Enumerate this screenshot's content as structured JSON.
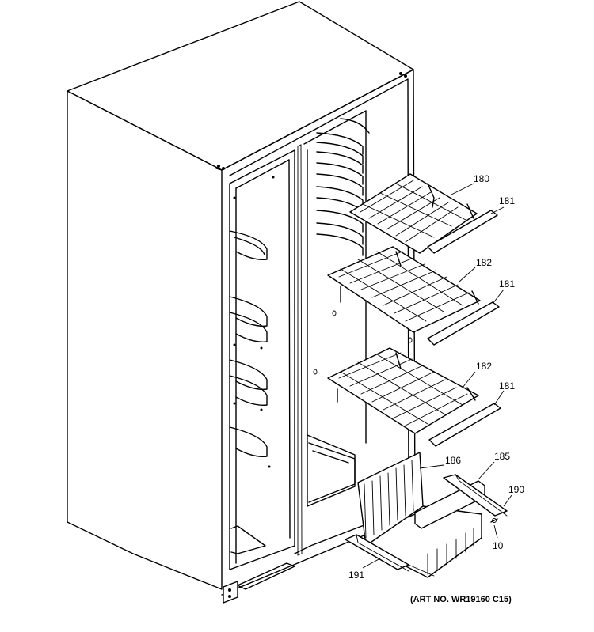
{
  "callouts": [
    {
      "id": "p180",
      "label": "180"
    },
    {
      "id": "p181a",
      "label": "181"
    },
    {
      "id": "p182a",
      "label": "182"
    },
    {
      "id": "p181b",
      "label": "181"
    },
    {
      "id": "p182b",
      "label": "182"
    },
    {
      "id": "p181c",
      "label": "181"
    },
    {
      "id": "p186",
      "label": "186"
    },
    {
      "id": "p185",
      "label": "185"
    },
    {
      "id": "p190",
      "label": "190"
    },
    {
      "id": "p10",
      "label": "10"
    },
    {
      "id": "p191",
      "label": "191"
    }
  ],
  "art_number": "(ART NO. WR19160 C15)"
}
